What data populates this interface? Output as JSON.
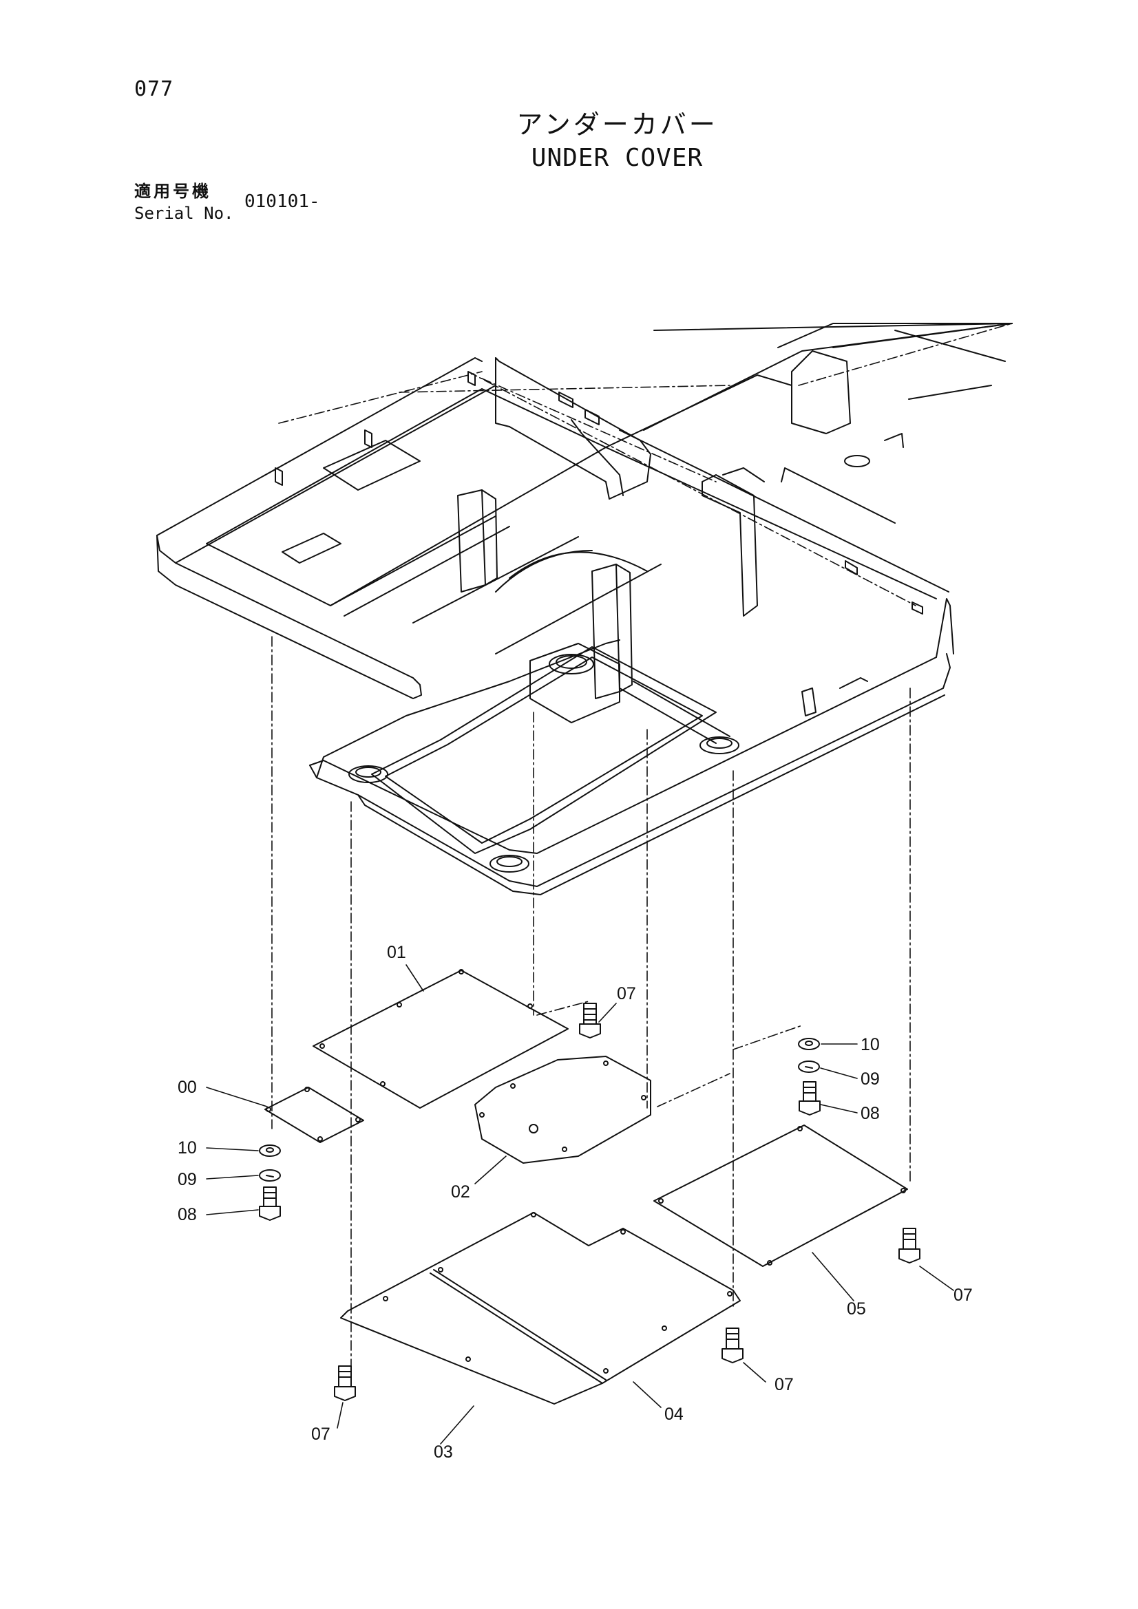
{
  "page_number": "077",
  "title": {
    "japanese": "アンダーカバー",
    "english": "UNDER COVER"
  },
  "serial": {
    "label_jp": "適用号機",
    "label_en": "Serial No.",
    "value": "010101-"
  },
  "callouts": {
    "c01": "01",
    "c07a": "07",
    "c10r": "10",
    "c09r": "09",
    "c08r": "08",
    "c00": "00",
    "c10l": "10",
    "c09l": "09",
    "c08l": "08",
    "c02": "02",
    "c05": "05",
    "c07r": "07",
    "c07m": "07",
    "c04": "04",
    "c07l": "07",
    "c03": "03"
  }
}
